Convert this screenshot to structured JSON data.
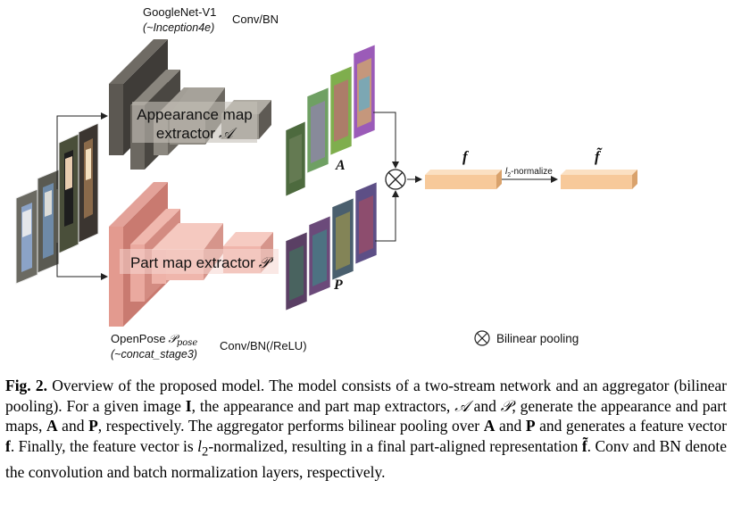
{
  "figure": {
    "stream_a": {
      "backbone_name": "GoogleNet-V1",
      "backbone_layer": "(~Inception4e)",
      "layer_label": "Conv/BN",
      "block_text_line1": "Appearance map",
      "block_text_line2": "extractor",
      "block_symbol": "𝒜",
      "map_label": "A"
    },
    "stream_p": {
      "backbone_name": "OpenPose",
      "backbone_symbol": "𝒫",
      "backbone_subscript": "pose",
      "backbone_layer": "(~concat_stage3)",
      "layer_label": "Conv/BN(/ReLU)",
      "block_text": "Part map extractor",
      "block_symbol": "𝒫",
      "map_label": "P"
    },
    "aggregator": {
      "feature_label": "f",
      "normalize_label_l": "l",
      "normalize_label_sub": "2",
      "normalize_label_rest": "-normalize",
      "final_label": "f̃",
      "legend_label": "Bilinear pooling"
    },
    "colors": {
      "appearance_dark": "#5c5852",
      "appearance_mid": "#7a766e",
      "appearance_light": "#a6a29a",
      "part_dark": "#d98f85",
      "part_mid": "#eaa99f",
      "part_light": "#f5c9c0",
      "feature_face": "#f7c99a",
      "feature_side": "#d9a26c"
    }
  },
  "caption": {
    "fig_label": "Fig. 2.",
    "s1": " Overview of the proposed model. The model consists of a two-stream network and an aggregator (bilinear pooling). For a given image ",
    "img_symbol": "I",
    "s2": ", the appearance and part map extractors, ",
    "sym_a": "𝒜",
    "s3": " and ",
    "sym_p": "𝒫",
    "s4": ", generate the appearance and part maps, ",
    "bold_a": "A",
    "s5": " and ",
    "bold_p": "P",
    "s6": ", respectively. The aggregator performs bilinear pooling over ",
    "bold_a2": "A",
    "s7": " and ",
    "bold_p2": "P",
    "s8": " and generates a feature vector ",
    "bold_f": "f",
    "s9": ". Finally, the feature vector is ",
    "l2_l": "l",
    "l2_sub": "2",
    "s10": "-normalized, resulting in a final part-aligned representation ",
    "bold_ftilde": "f̃",
    "s11": ". Conv and BN denote the convolution and batch normalization layers, respectively."
  }
}
